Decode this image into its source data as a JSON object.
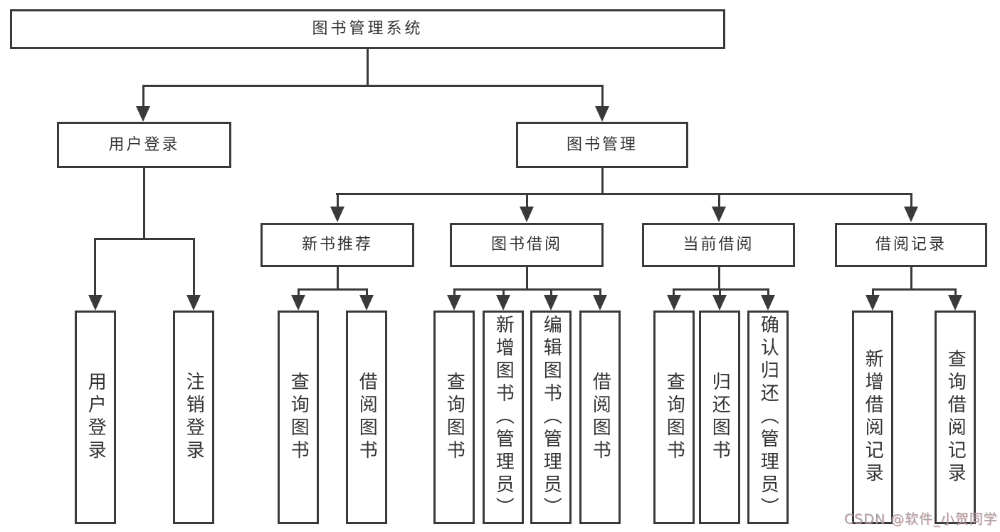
{
  "watermark": {
    "text": "CSDN @软件_小贺同学"
  },
  "tree": {
    "root": {
      "label": "图书管理系统"
    },
    "level1": [
      {
        "label": "用户登录"
      },
      {
        "label": "图书管理"
      }
    ],
    "level2": [
      {
        "label": "新书推荐",
        "parent": "图书管理"
      },
      {
        "label": "图书借阅",
        "parent": "图书管理"
      },
      {
        "label": "当前借阅",
        "parent": "图书管理"
      },
      {
        "label": "借阅记录",
        "parent": "图书管理"
      }
    ],
    "leaves": {
      "userLogin": [
        {
          "label": "用户登录"
        },
        {
          "label": "注销登录"
        }
      ],
      "newBooks": [
        {
          "label": "查询图书"
        },
        {
          "label": "借阅图书"
        }
      ],
      "bookBorrow": [
        {
          "label": "查询图书"
        },
        {
          "label": "新增图书（管理员）"
        },
        {
          "label": "编辑图书（管理员）"
        },
        {
          "label": "借阅图书"
        }
      ],
      "currentBorrow": [
        {
          "label": "查询图书"
        },
        {
          "label": "归还图书"
        },
        {
          "label": "确认归还（管理员）"
        }
      ],
      "borrowRecords": [
        {
          "label": "新增借阅记录"
        },
        {
          "label": "查询借阅记录"
        }
      ]
    },
    "line_color": "#3a3a3a",
    "box_background": "#ffffff"
  }
}
